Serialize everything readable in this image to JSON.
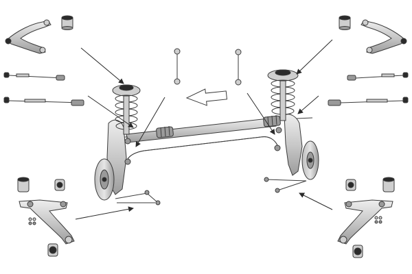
{
  "diagram": {
    "kind": "suspension-kit-exploded-view",
    "text_labels": [],
    "colors": {
      "background": "#ffffff",
      "metal_light": "#d9d9d9",
      "metal_mid": "#b5b5b5",
      "metal_dark": "#8a8a8a",
      "rubber": "#2b2b2b",
      "outline": "#3a3a3a",
      "arrow": "#2a2a2a"
    },
    "components": [
      "upper-control-arm",
      "upper-arm-bushing",
      "tie-rod-end",
      "axial-tie-rod",
      "stabilizer-link",
      "coil-spring-strut",
      "steering-rack",
      "stabilizer-bar",
      "brake-disc",
      "lower-control-arm",
      "lower-arm-bushing",
      "mounting-bolts"
    ],
    "icons": [
      "direction-arrow-icon",
      "leader-arrow-icon"
    ]
  }
}
